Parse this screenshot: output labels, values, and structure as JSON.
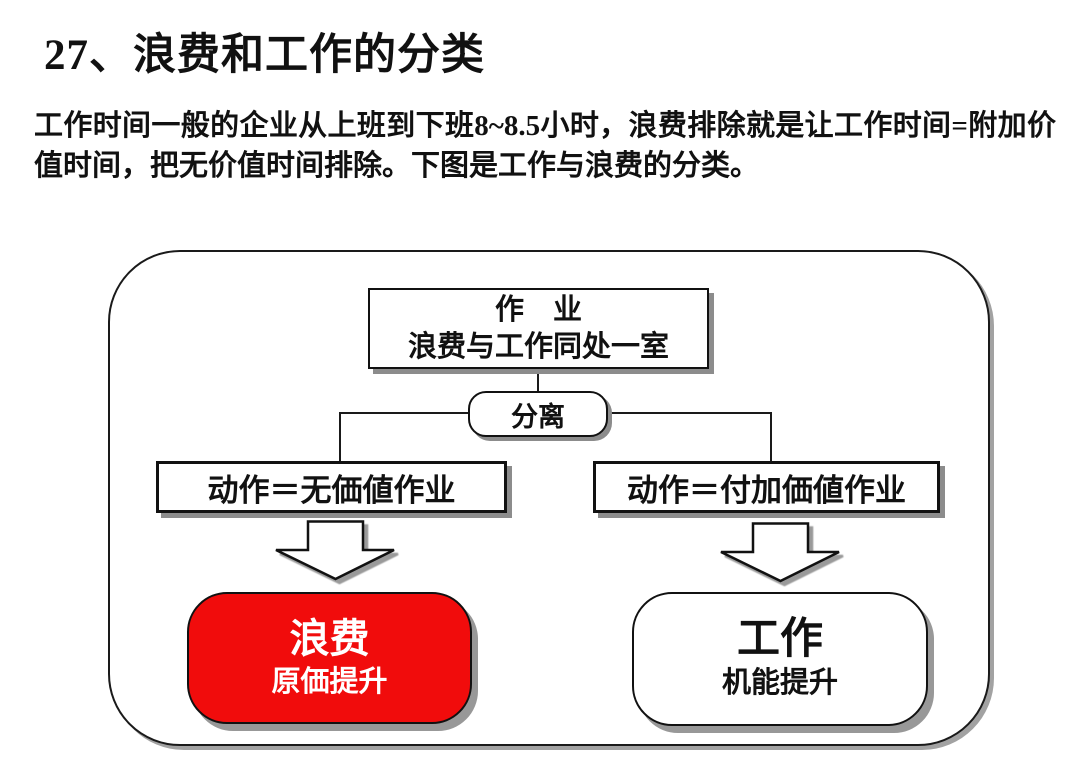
{
  "title": "27、浪费和工作的分类",
  "intro": "工作时间一般的企业从上班到下班8~8.5小时，浪费排除就是让工作时间=附加价值时间，把无价值时间排除。下图是工作与浪费的分类。",
  "diagram": {
    "root": {
      "title": "作　业",
      "subtitle": "浪费与工作同处一室"
    },
    "separator_label": "分离",
    "left_branch_label": "动作＝无価値作业",
    "right_branch_label": "动作＝付加価値作业",
    "waste": {
      "title": "浪费",
      "subtitle": "原価提升"
    },
    "work": {
      "title": "工作",
      "subtitle": "机能提升"
    }
  },
  "colors": {
    "waste_fill": "#f10c0c",
    "waste_text": "#ffffff",
    "ink": "#111111",
    "shadow": "#8c8c8c"
  }
}
